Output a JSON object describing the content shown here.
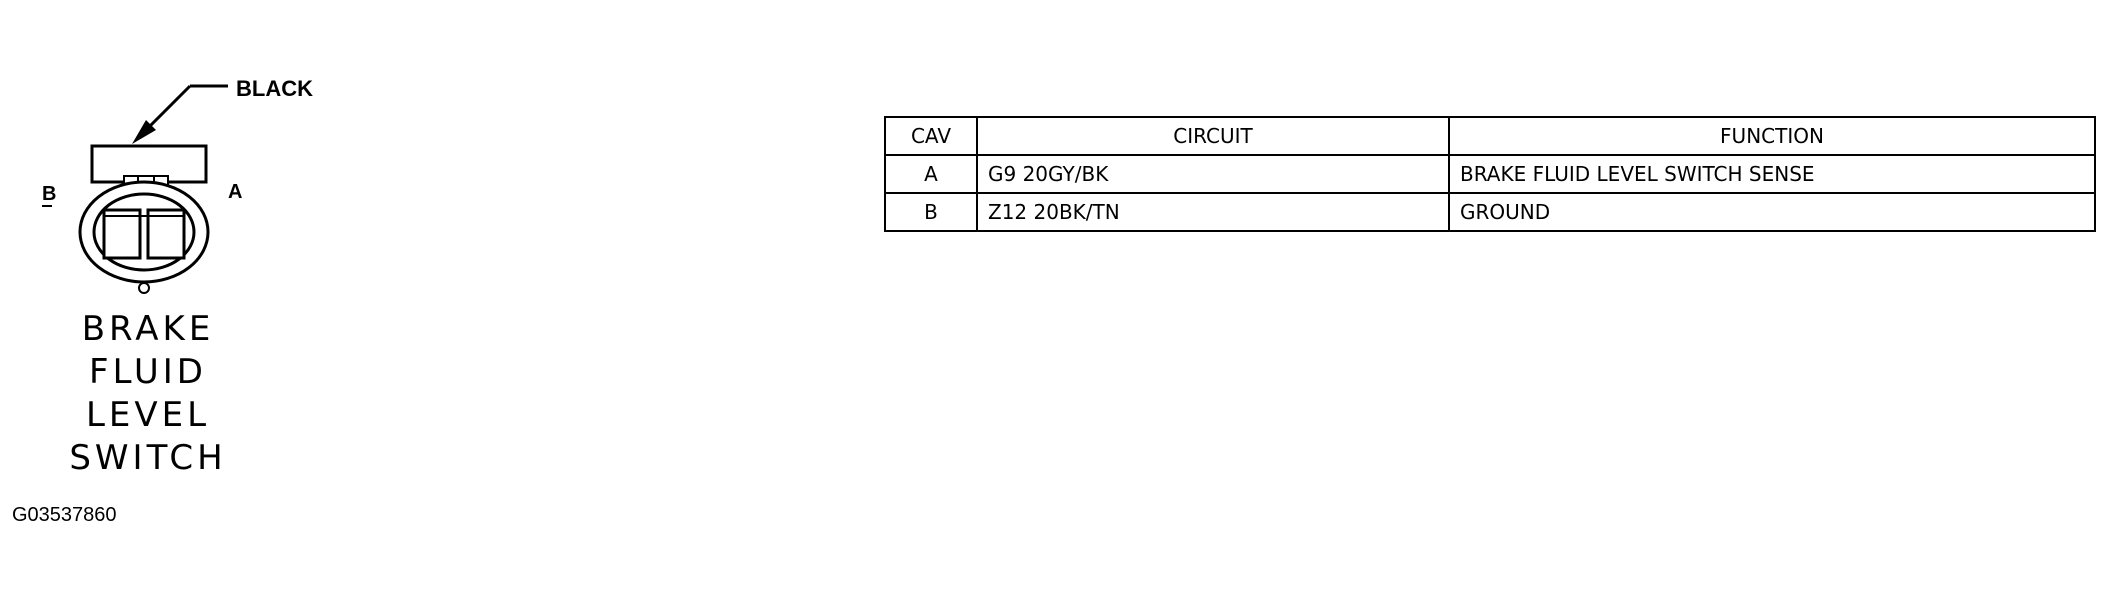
{
  "connector": {
    "color_label": "BLACK",
    "cavity_b_label": "B",
    "cavity_a_label": "A",
    "name_lines": [
      "BRAKE",
      "FLUID",
      "LEVEL",
      "SWITCH"
    ]
  },
  "figure_id": "G03537860",
  "table": {
    "headers": {
      "cav": "CAV",
      "circuit": "CIRCUIT",
      "function": "FUNCTION"
    },
    "rows": [
      {
        "cav": "A",
        "circuit": "G9 20GY/BK",
        "function": "BRAKE FLUID LEVEL SWITCH SENSE"
      },
      {
        "cav": "B",
        "circuit": "Z12 20BK/TN",
        "function": "GROUND"
      }
    ]
  }
}
